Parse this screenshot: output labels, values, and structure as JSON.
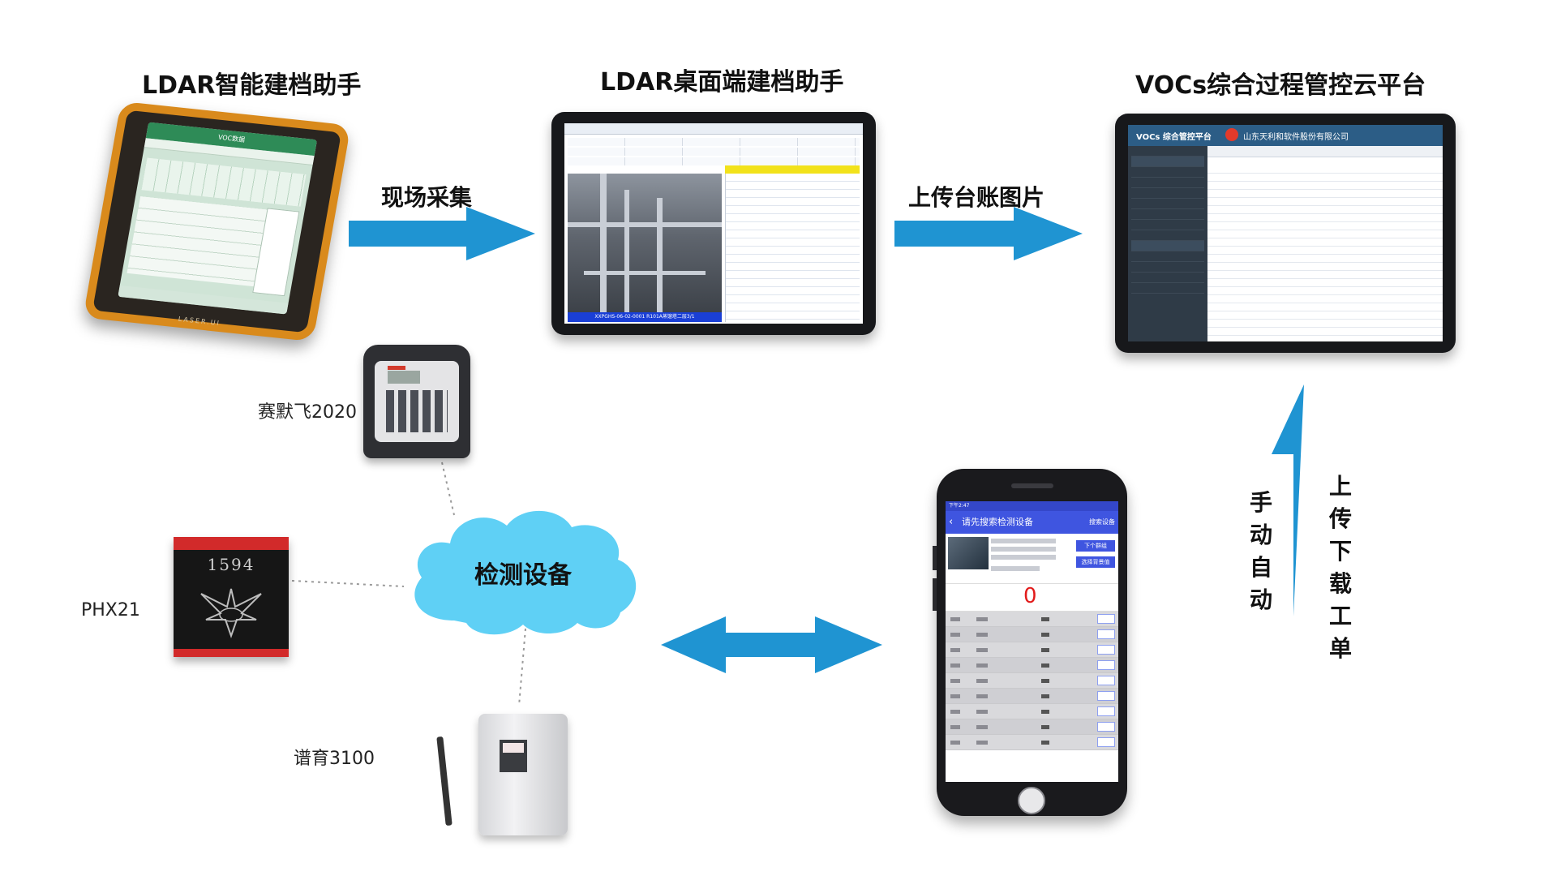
{
  "titles": {
    "rugged": "LDAR智能建档助手",
    "desktop": "LDAR桌面端建档助手",
    "cloud": "VOCs综合过程管控云平台"
  },
  "flows": {
    "collect": "现场采集",
    "upload": "上传台账图片",
    "manual_auto": "手动自动",
    "upload_download": "上传下载工单"
  },
  "center": {
    "label": "检测设备"
  },
  "devices": [
    {
      "label": "赛默飞2020"
    },
    {
      "label": "PHX21"
    },
    {
      "label": "谱育3100"
    }
  ],
  "screens": {
    "rugged_header": "VOC数据",
    "rugged_brand": "LASER.UI",
    "desktop_caption": "XXPGHS-06-02-0001 R101A蒸馏塔二层3/1",
    "cloud_app": "VOCs 综合管控平台",
    "cloud_company": "山东天利和软件股份有限公司",
    "phone_status": "下午2:47",
    "phone_header": "请先搜索检测设备",
    "phone_search": "搜索设备",
    "phone_btn_next": "下个群组",
    "phone_btn_bg": "选择背景值",
    "phone_count": "0",
    "phx_number": "1594"
  },
  "colors": {
    "arrow": "#1f94d2",
    "cloud": "#5fd0f5",
    "phone_header": "#3f55e0"
  }
}
